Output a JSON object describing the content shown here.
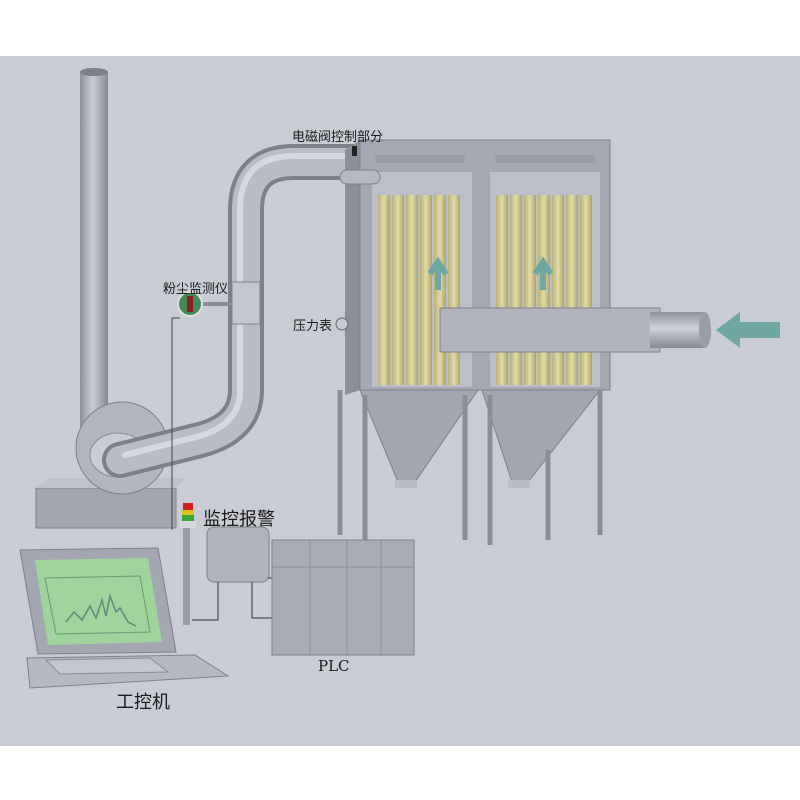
{
  "labels": {
    "solenoid_valve": "电磁阀控制部分",
    "dust_monitor": "粉尘监测仪",
    "pressure_gauge": "压力表",
    "alarm": "监控报警",
    "plc": "PLC",
    "ipc": "工控机"
  },
  "colors": {
    "background": "#c9ccd4",
    "metal": "#a7aab4",
    "filter_bag": "#d6cf98",
    "airflow_arrow": "#6fa8a3",
    "screen": "#9fd49c"
  }
}
